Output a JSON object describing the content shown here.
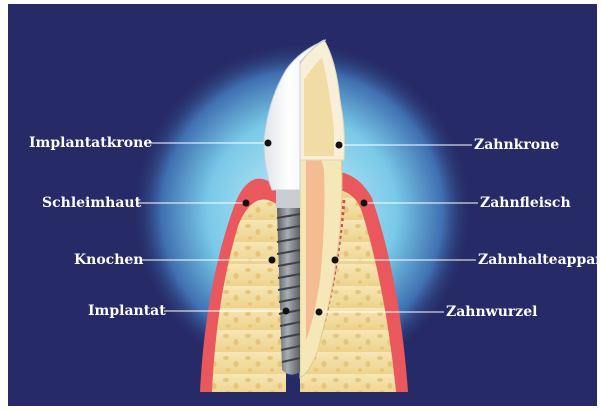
{
  "colors": {
    "frame_bg": "#262a66",
    "glow": "#79c9e8",
    "gum": "#e8585c",
    "bone": "#f2dc9c",
    "implant": "#7a7f86",
    "crown": "#f4f6f8",
    "leader": "#ffffff",
    "label_text": "#ffffff"
  },
  "labels_left": [
    {
      "id": "implantatkrone",
      "text": "Implantatkrone"
    },
    {
      "id": "schleimhaut",
      "text": "Schleimhaut"
    },
    {
      "id": "knochen",
      "text": "Knochen"
    },
    {
      "id": "implantat",
      "text": "Implantat"
    }
  ],
  "labels_right": [
    {
      "id": "zahnkrone",
      "text": "Zahnkrone"
    },
    {
      "id": "zahnfleisch",
      "text": "Zahnfleisch"
    },
    {
      "id": "zahnhalteapparat",
      "text": "Zahnhalteappara"
    },
    {
      "id": "zahnwurzel",
      "text": "Zahnwurzel"
    }
  ]
}
